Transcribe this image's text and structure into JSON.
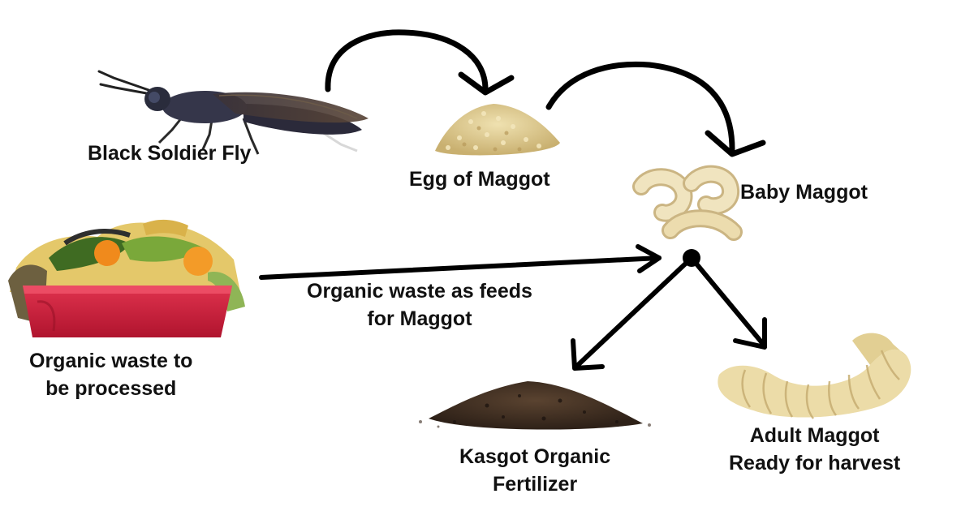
{
  "diagram": {
    "nodes": {
      "fly": {
        "label": "Black Soldier Fly",
        "image": "black-soldier-fly"
      },
      "egg": {
        "label": "Egg of Maggot",
        "image": "maggot-egg-pile"
      },
      "baby": {
        "label": "Baby Maggot",
        "image": "baby-maggots"
      },
      "waste": {
        "label_lines": [
          "Organic waste to",
          "be processed"
        ],
        "image": "organic-waste-bin"
      },
      "fertilizer": {
        "label_lines": [
          "Kasgot Organic",
          "Fertilizer"
        ],
        "image": "fertilizer-soil-pile"
      },
      "adult": {
        "label_lines": [
          "Adult Maggot",
          "Ready for harvest"
        ],
        "image": "adult-maggot"
      }
    },
    "edge_labels": {
      "feeds": [
        "Organic waste as feeds",
        "for Maggot"
      ]
    },
    "edges": [
      {
        "from": "fly",
        "to": "egg"
      },
      {
        "from": "egg",
        "to": "baby"
      },
      {
        "from": "waste",
        "to": "baby",
        "label": "feeds"
      },
      {
        "from": "baby",
        "to": "fertilizer"
      },
      {
        "from": "baby",
        "to": "adult"
      }
    ],
    "colors": {
      "arrow": "#000000",
      "label": "#111111",
      "bin": "#d21f3c",
      "maggot": "#e8d9a6",
      "egg": "#d8c48c",
      "soil": "#4a3626",
      "fly": "#2b2a3a"
    }
  }
}
